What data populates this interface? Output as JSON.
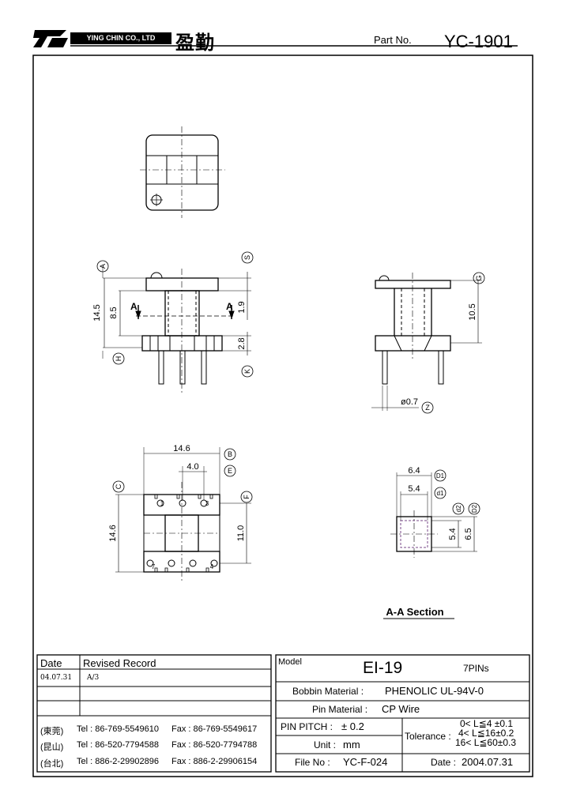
{
  "header": {
    "company": "YING CHIN CO., LTD",
    "company_cn": "盈勤",
    "part_no_label": "Part No.",
    "part_no": "YC-1901"
  },
  "drawing": {
    "dimensions": {
      "h_14_5": "14.5",
      "h_8_5": "8.5",
      "h_1_9": "1.9",
      "h_2_8": "2.8",
      "h_10_5": "10.5",
      "d_0_7": "ø0.7",
      "w_14_6": "14.6",
      "w_4_0": "4.0",
      "h_14_6": "14.6",
      "h_11_0": "11.0",
      "w_6_4": "6.4",
      "w_5_4": "5.4",
      "h_5_4": "5.4",
      "h_6_5": "6.5"
    },
    "balloons": {
      "A": "A",
      "S": "S",
      "H": "H",
      "K": "K",
      "G": "G",
      "Z": "Z",
      "B": "B",
      "E": "E",
      "C": "C",
      "F": "F",
      "D1": "D1",
      "d1": "d1",
      "d2": "d2",
      "D2": "D2"
    },
    "section_marks": {
      "left": "A",
      "right": "A"
    },
    "pin_numbers": [
      "1",
      "3",
      "7",
      "4"
    ],
    "section_title": "A-A Section"
  },
  "revision_table": {
    "header_date": "Date",
    "header_record": "Revised Record",
    "rows": [
      {
        "date": "04.07.31",
        "record": "A/3"
      },
      {
        "date": "",
        "record": ""
      },
      {
        "date": "",
        "record": ""
      }
    ]
  },
  "contacts": [
    {
      "loc": "(東莞)",
      "tel": "Tel : 86-769-5549610",
      "fax": "Fax : 86-769-5549617"
    },
    {
      "loc": "(昆山)",
      "tel": "Tel : 86-520-7794588",
      "fax": "Fax : 86-520-7794788"
    },
    {
      "loc": "(台北)",
      "tel": "Tel : 886-2-29902896",
      "fax": "Fax : 886-2-29906154"
    }
  ],
  "spec": {
    "model_label": "Model",
    "model": "EI-19",
    "pins": "7PINs",
    "bobbin_label": "Bobbin  Material :",
    "bobbin": "PHENOLIC UL-94V-0",
    "pin_mat_label": "Pin  Material :",
    "pin_mat": "CP Wire",
    "pitch_label": "PIN  PITCH :",
    "pitch": "± 0.2",
    "unit_label": "Unit :",
    "unit": "mm",
    "file_label": "File  No :",
    "file": "YC-F-024",
    "tolerance_label": "Tolerance :",
    "tol1": "0< L≦4   ±0.1",
    "tol2": "4< L≦16±0.2",
    "tol3": "16< L≦60±0.3",
    "date_label": "Date :",
    "date": "2004.07.31"
  }
}
